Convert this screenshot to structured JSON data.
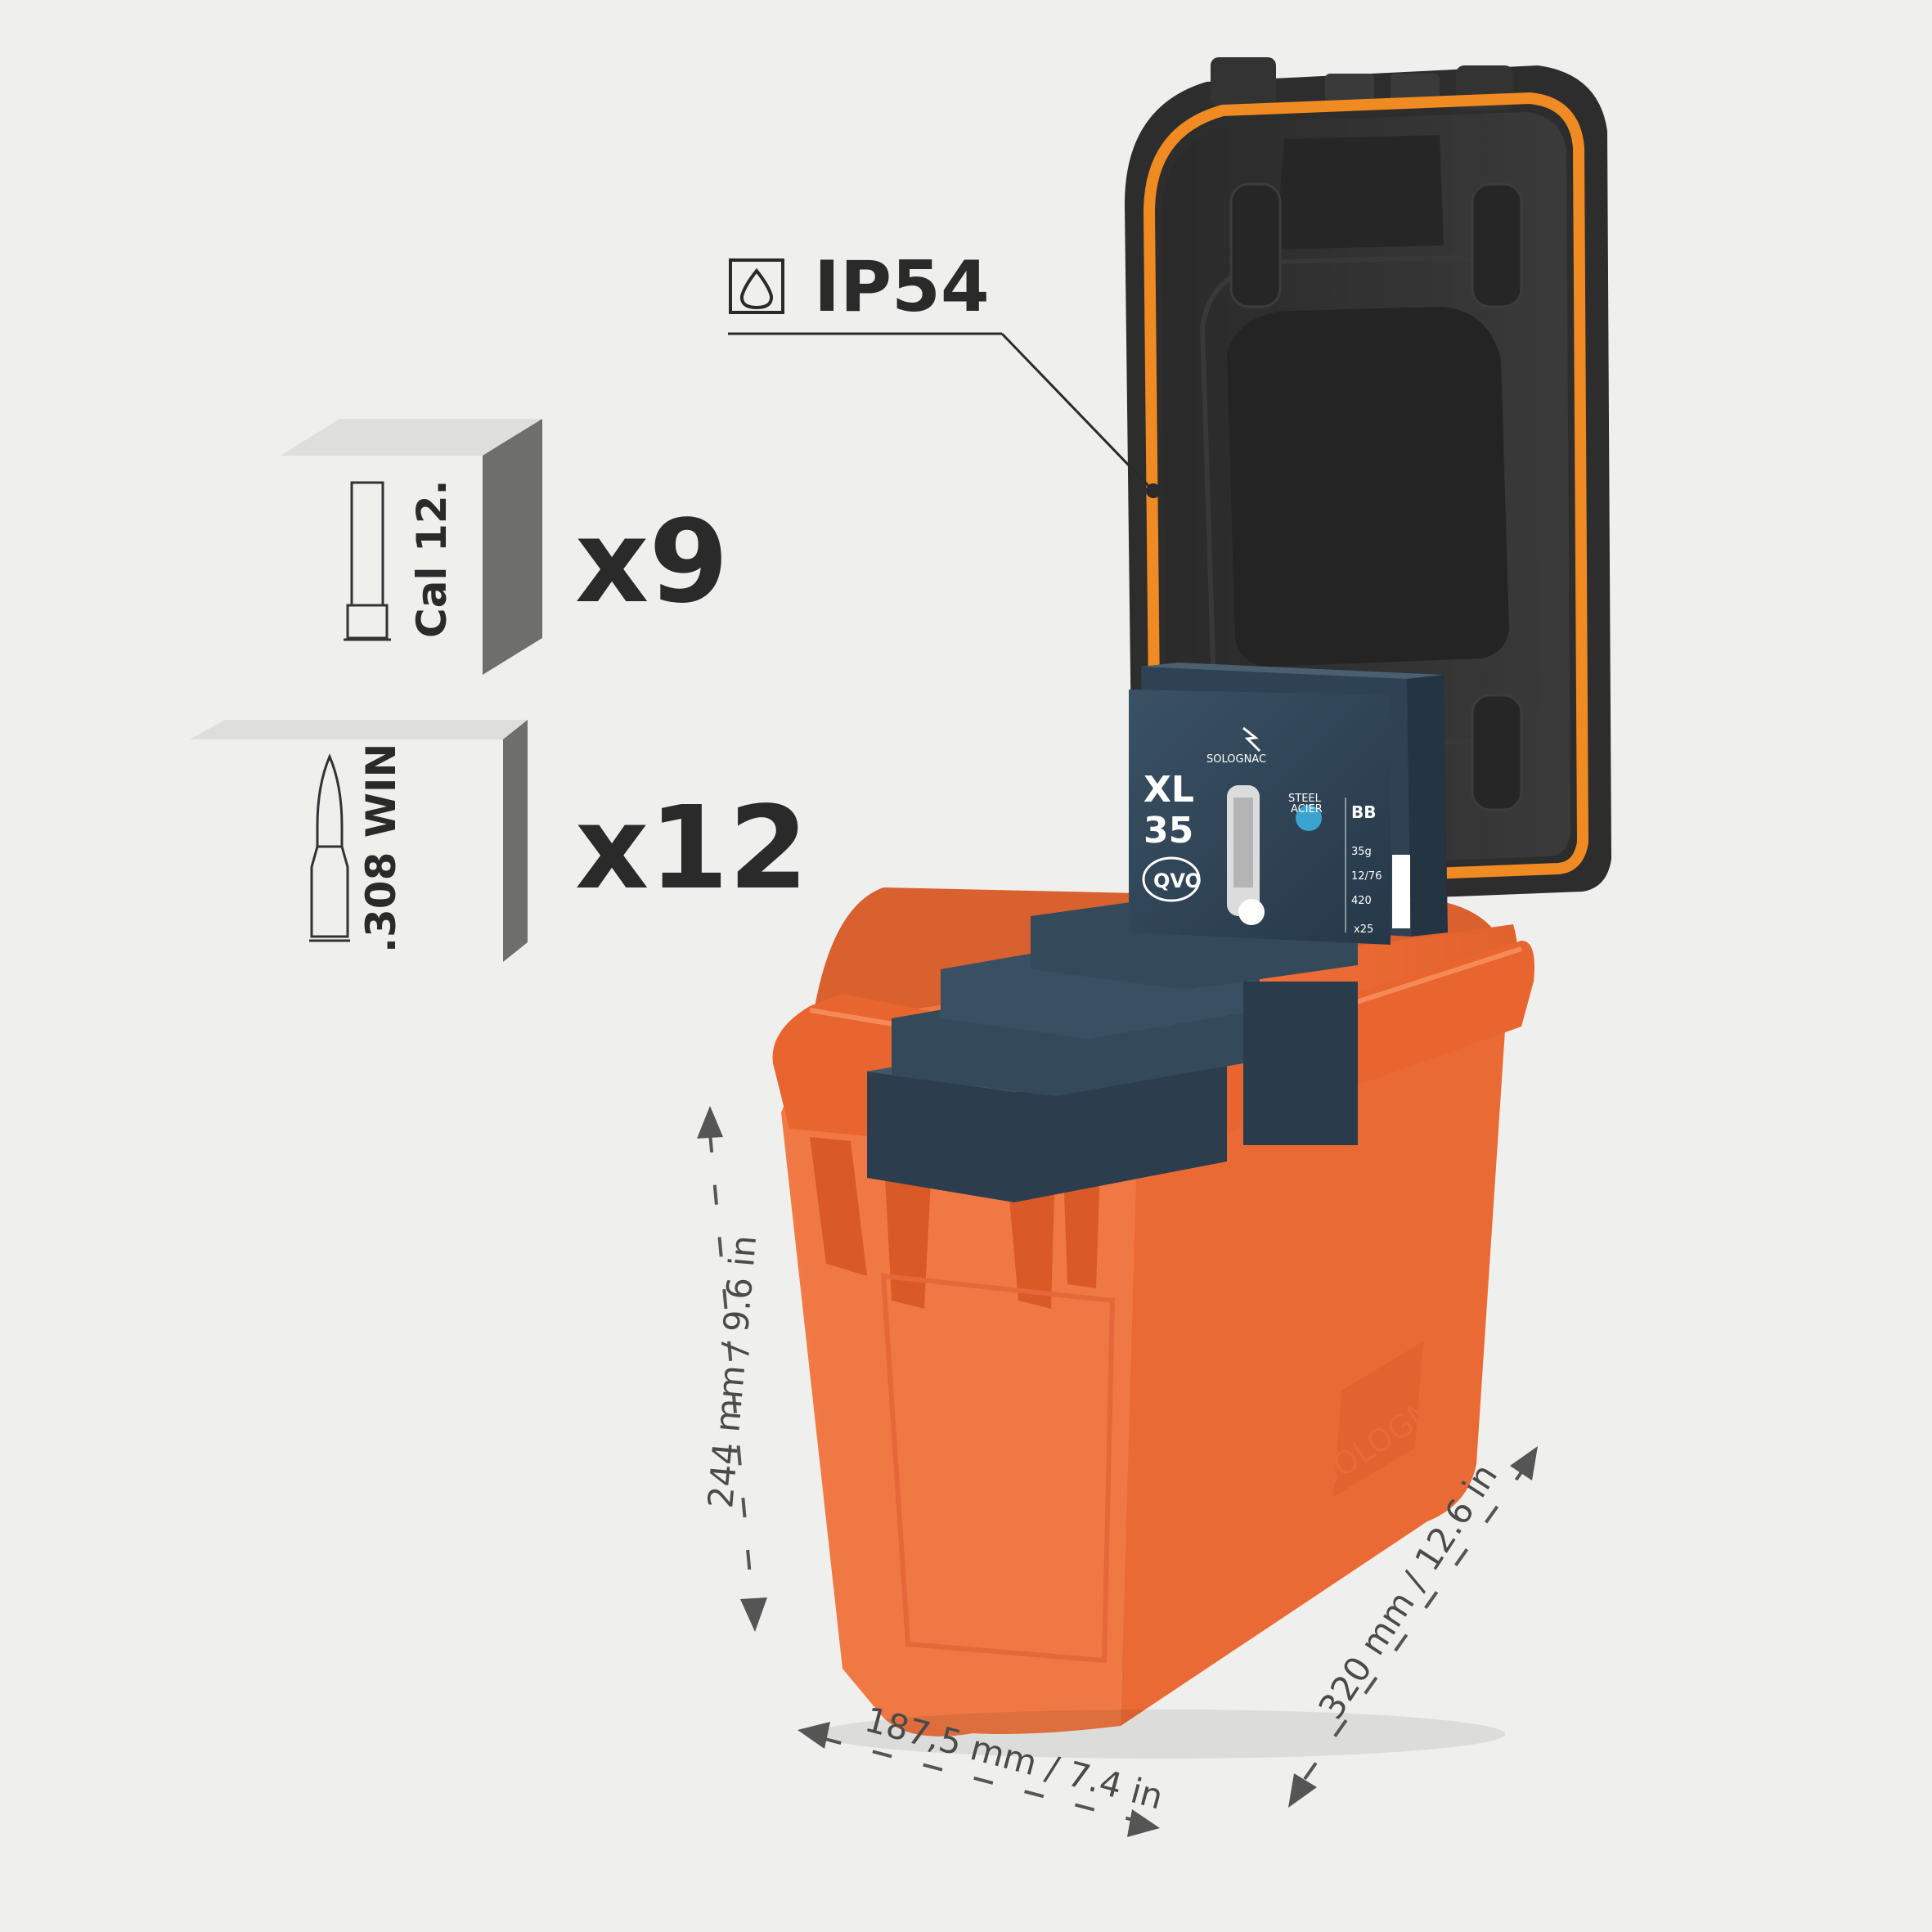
{
  "rating": {
    "label": "IP54",
    "icon": "water-drop-icon"
  },
  "capacity": [
    {
      "caliber": "Cal 12.",
      "count": "x9",
      "icon": "shotgun-shell-icon"
    },
    {
      "caliber": ".308 WIN",
      "count": "x12",
      "icon": "rifle-cartridge-icon"
    }
  ],
  "dimensions": {
    "height": "244 mm / 9.6 in",
    "width": "187,5 mm / 7.4 in",
    "depth": "320 mm / 12.6 in"
  },
  "brand": "SOLOGNAC",
  "package": {
    "model_line1": "XL",
    "model_line2": "35",
    "badge": "QVO",
    "material_1": "STEEL",
    "material_2": "ACIER",
    "shot": "BB",
    "weight": "35g",
    "gauge": "12/76",
    "velocity": "420",
    "count": "x25"
  },
  "colors": {
    "background": "#efefed",
    "case_orange": "#ee6f3a",
    "lid_dark": "#2b2b2b",
    "seal_orange": "#f08a22",
    "package_navy": "#2f4252"
  }
}
